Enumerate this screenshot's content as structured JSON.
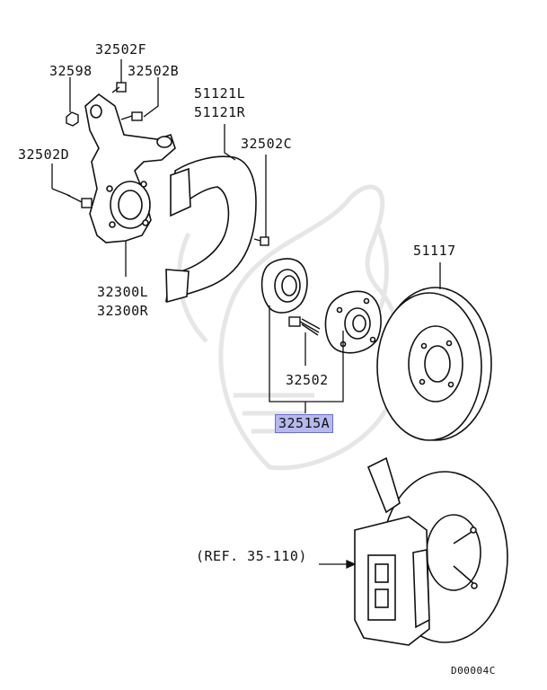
{
  "highlight_color": "#b7b9ee",
  "labels": {
    "p32502F": "32502F",
    "p32598": "32598",
    "p32502B": "32502B",
    "p32502D": "32502D",
    "p51121L": "51121L",
    "p51121R": "51121R",
    "p32502C": "32502C",
    "p32300L": "32300L",
    "p32300R": "32300R",
    "p51117": "51117",
    "p32502": "32502",
    "p32515A": "32515A",
    "ref": "(REF. 35-110)",
    "diagram_code": "D00004C"
  }
}
